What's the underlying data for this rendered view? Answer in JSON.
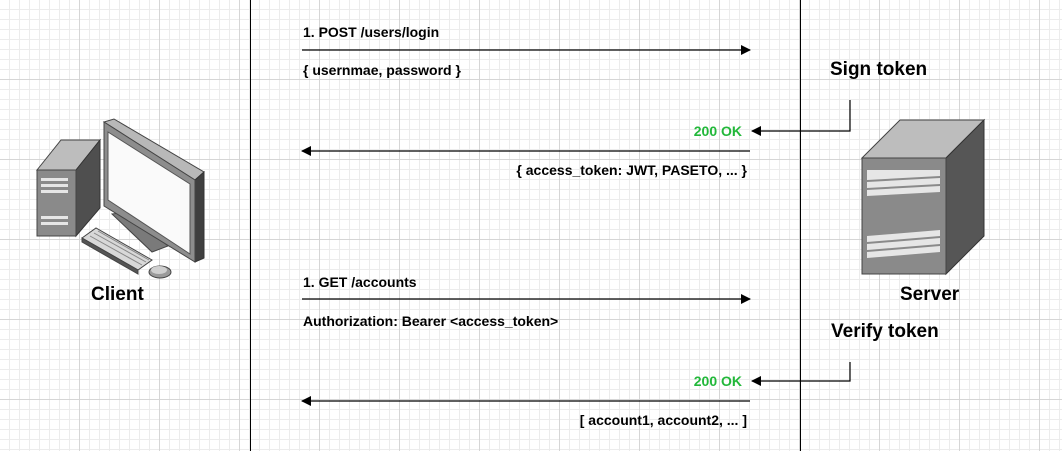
{
  "actors": {
    "client": "Client",
    "server": "Server"
  },
  "login": {
    "request": "1. POST /users/login",
    "request_body": "{ usernmae, password }",
    "server_action": "Sign token",
    "status": "200 OK",
    "response_body": "{ access_token: JWT, PASETO, ... }"
  },
  "accounts": {
    "request": "1. GET /accounts",
    "request_header": "Authorization: Bearer <access_token>",
    "server_action": "Verify token",
    "status": "200 OK",
    "response_body": "[ account1, account2, ... ]"
  },
  "colors": {
    "status_ok": "#22b83a",
    "line": "#000000"
  },
  "icons": {
    "client": "desktop-computer-icon",
    "server": "server-tower-icon"
  }
}
